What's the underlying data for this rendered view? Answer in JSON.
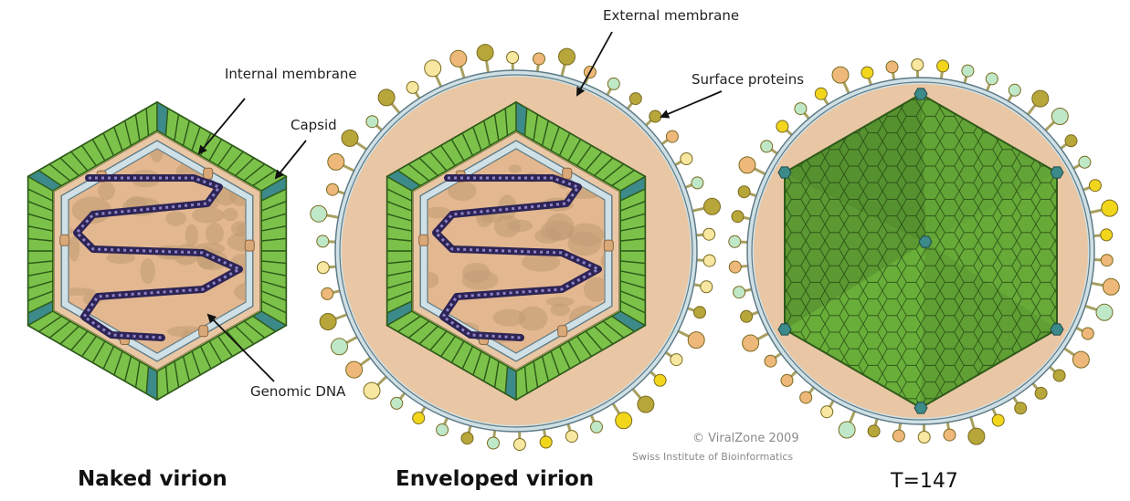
{
  "labels": {
    "external_membrane": "External membrane",
    "internal_membrane": "Internal membrane",
    "surface_proteins": "Surface proteins",
    "capsid": "Capsid",
    "genomic_dna": "Genomic DNA"
  },
  "captions": {
    "naked": "Naked virion",
    "enveloped": "Enveloped virion",
    "triangulation": "T=147"
  },
  "credit": {
    "line1": "© ViralZone 2009",
    "line2": "Swiss Institute of Bioinformatics"
  },
  "colors": {
    "capsid_green": "#7cc24a",
    "capsid_outline": "#2f5a1a",
    "penton_teal": "#3c8a8a",
    "membrane_blue": "#cfe1e6",
    "membrane_tan": "#e9c7a4",
    "interior_tan": "#e3b890",
    "interior_blob": "#bf9a72",
    "dna_purple": "#2d2455",
    "protein_yellow": "#f2d61c",
    "protein_pale": "#f7e7a0",
    "protein_mint": "#bfe8c8",
    "protein_orange": "#eeb87a",
    "protein_olive": "#b7a63a",
    "icosa_green": "#6aae3a"
  }
}
